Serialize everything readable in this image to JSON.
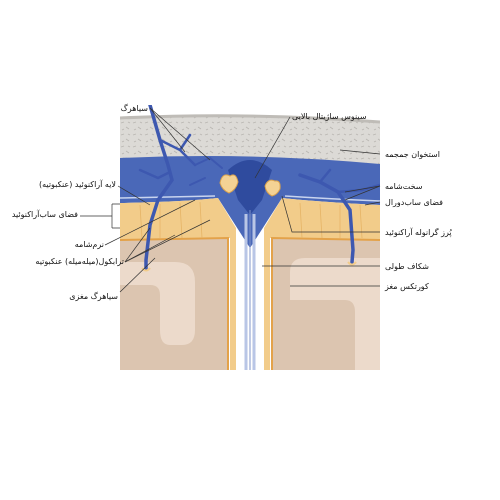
{
  "labels": {
    "vein": "سیاهرگ",
    "superior_sagittal_sinus": "سینوس ساژیتال بالایی",
    "skull": "استخوان جمجمه",
    "arachnoid_layer": "لایه آراکنوئید (عنکبوتیه)",
    "dura_mater": "سخت‌شامه",
    "subarachnoid_space": "فضای ساب‌آراکنوئید",
    "subdural_space": "فضای ساب‌دورال",
    "arachnoid_granulation": "پُرز گرانوله آراکنوئید",
    "pia_mater": "نرم‌شامه",
    "arachnoid_trabeculae": "ترابکول(میله‌میله) عنکبوتیه",
    "longitudinal_fissure": "شکاف طولی",
    "cerebral_cortex": "کورتکس مغز",
    "cerebral_vein": "سیاهرگ مغزی"
  },
  "colors": {
    "bone": "#d9d6d2",
    "dura": "#4a68b8",
    "subarachnoid": "#f2cc8a",
    "cortex": "#d9c2ad",
    "vein": "#3d58b0"
  }
}
